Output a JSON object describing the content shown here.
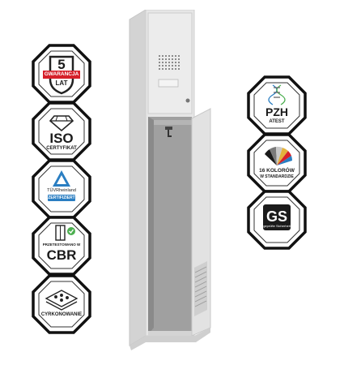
{
  "left_badges": [
    {
      "id": "warranty",
      "number": "5",
      "ribbon": "GWARANCJA",
      "sub": "LAT",
      "icon": "warranty-shield-icon"
    },
    {
      "id": "iso",
      "title": "ISO",
      "sub": "CERTYFIKAT",
      "icon": "diamond-icon"
    },
    {
      "id": "tuv",
      "brand": "TÜVRheinland",
      "ribbon": "ZERTIFIZIERT",
      "icon": "tuv-triangle-icon"
    },
    {
      "id": "cbr",
      "top": "PRZETESTOWANO W",
      "title": "CBR",
      "icon": "locker-check-icon"
    },
    {
      "id": "coating",
      "sub": "CYRKONOWANIE",
      "icon": "coating-layers-icon"
    }
  ],
  "right_badges": [
    {
      "id": "pzh",
      "title": "PZH",
      "sub": "ATEST",
      "icon": "dna-icon"
    },
    {
      "id": "colors",
      "sub1": "16 KOLORÓW",
      "sub2": "W STANDARDZIE",
      "icon": "color-fan-icon"
    },
    {
      "id": "gs",
      "title": "GS",
      "sub": "geprüfte Sicherheit",
      "icon": "gs-mark-icon"
    }
  ],
  "colors": {
    "badge_border": "#111111",
    "badge_fill": "#ffffff",
    "ribbon_red": "#d6202a",
    "tuv_blue": "#2a7ec2",
    "locker_body": "#e4e4e4",
    "locker_inside": "#9b9b9b",
    "check_green": "#4caf50"
  }
}
